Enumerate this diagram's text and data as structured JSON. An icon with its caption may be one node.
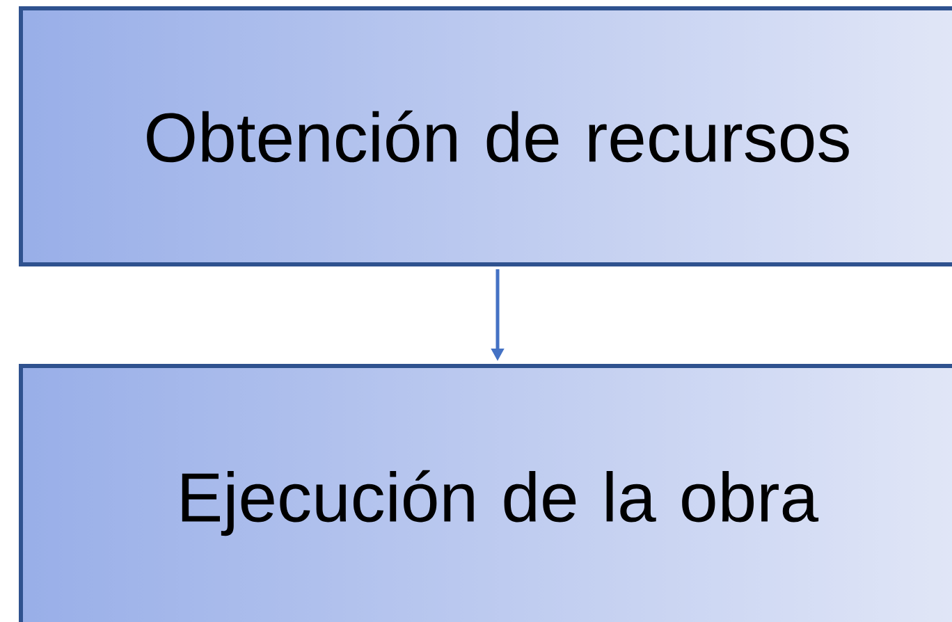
{
  "diagram": {
    "nodes": [
      {
        "text": [
          "Obtención de recursos"
        ]
      },
      {
        "text": [
          "Ejecución de la obra"
        ]
      }
    ],
    "edges": [
      {
        "from": 0,
        "to": 1,
        "arrow": "to"
      }
    ]
  }
}
